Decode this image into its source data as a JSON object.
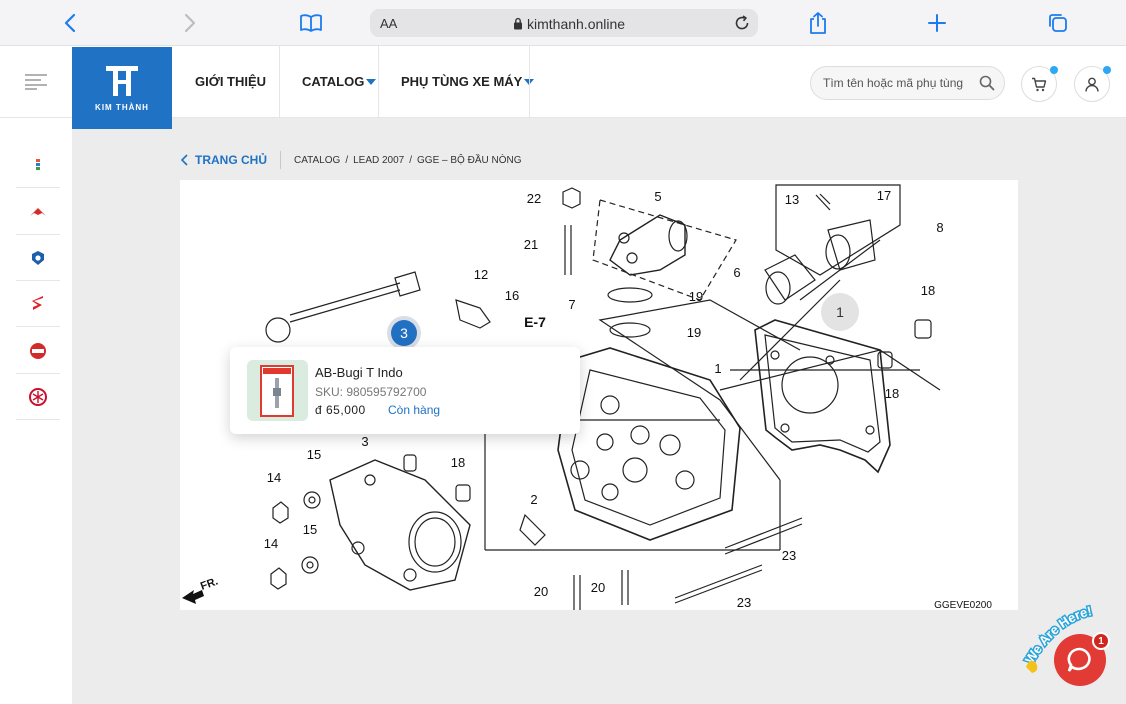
{
  "browser": {
    "reader_label": "AA",
    "url": "kimthanh.online"
  },
  "header": {
    "logo_text": "KIM THÀNH",
    "nav": [
      {
        "label": "GIỚI THIỆU",
        "has_dropdown": false
      },
      {
        "label": "CATALOG",
        "has_dropdown": true
      },
      {
        "label": "PHỤ TÙNG XE MÁY",
        "has_dropdown": true
      }
    ],
    "search_placeholder": "Tìm tên hoặc mã phụ tùng",
    "accent_color": "#1f72c4"
  },
  "brands": [
    "brand-1",
    "honda",
    "piaggio",
    "suzuki",
    "sym",
    "yamaha"
  ],
  "breadcrumb": {
    "home": "TRANG CHỦ",
    "items": [
      "CATALOG",
      "LEAD 2007",
      "GGE – BỘ ĐẦU NÒNG"
    ]
  },
  "diagram": {
    "code": "GGEVE0200",
    "front_label": "FR.",
    "ref_label": "E-7",
    "callouts": [
      "1",
      "2",
      "3",
      "5",
      "6",
      "7",
      "8",
      "12",
      "13",
      "14",
      "14",
      "15",
      "15",
      "16",
      "17",
      "18",
      "18",
      "18",
      "19",
      "19",
      "20",
      "20",
      "21",
      "22",
      "23",
      "23"
    ],
    "hotspots": [
      {
        "label": "3",
        "selected": true
      },
      {
        "label": "1",
        "selected": false
      }
    ]
  },
  "popover": {
    "title": "AB-Bugi T Indo",
    "sku": "SKU: 980595792700",
    "price": "đ 65,000",
    "stock": "Còn hàng"
  },
  "chat": {
    "badge_count": "1",
    "banner": "We Are Here!"
  }
}
